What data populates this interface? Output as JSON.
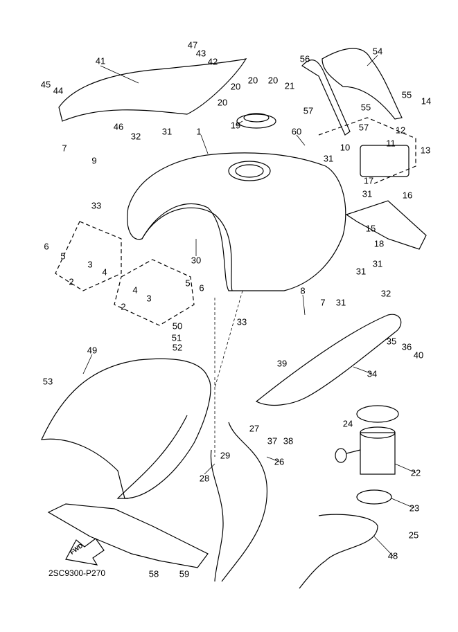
{
  "diagram": {
    "code": "2SC9300-P270",
    "direction_label": "FWD",
    "callouts": [
      "47",
      "43",
      "42",
      "41",
      "45",
      "44",
      "46",
      "32",
      "31",
      "1",
      "20",
      "20",
      "20",
      "21",
      "20",
      "19",
      "56",
      "54",
      "55",
      "55",
      "14",
      "57",
      "57",
      "60",
      "10",
      "12",
      "11",
      "13",
      "7",
      "9",
      "31",
      "17",
      "31",
      "16",
      "15",
      "18",
      "33",
      "6",
      "5",
      "3",
      "4",
      "2",
      "30",
      "31",
      "31",
      "8",
      "32",
      "31",
      "5",
      "6",
      "4",
      "3",
      "2",
      "7",
      "33",
      "50",
      "51",
      "52",
      "49",
      "53",
      "35",
      "36",
      "40",
      "39",
      "34",
      "24",
      "27",
      "37",
      "38",
      "29",
      "26",
      "28",
      "22",
      "23",
      "25",
      "48",
      "58",
      "59"
    ]
  }
}
